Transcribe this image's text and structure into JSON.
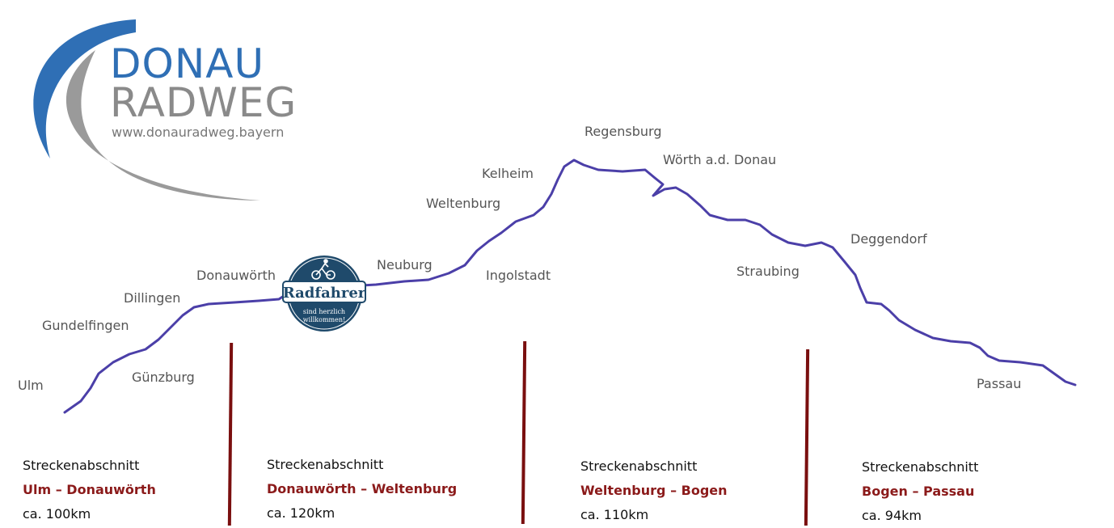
{
  "logo": {
    "line1": "DONAU",
    "line2": "RADWEG",
    "url": "www.donauradweg.bayern",
    "colors": {
      "blue": "#2f6fb5",
      "gray": "#9a9a9a"
    }
  },
  "badge": {
    "main": "Radfahrer",
    "sub1": "sind herzlich",
    "sub2": "willkommen!",
    "color": "#1f4a6b",
    "icon": "cyclist-icon"
  },
  "cities": [
    "Ulm",
    "Gundelfingen",
    "Günzburg",
    "Dillingen",
    "Donauwörth",
    "Neuburg",
    "Ingolstadt",
    "Weltenburg",
    "Kelheim",
    "Regensburg",
    "Wörth a.d. Donau",
    "Straubing",
    "Deggendorf",
    "Passau"
  ],
  "river_color": "#4b3fa8",
  "divider_color": "#7a0f0f",
  "sections": [
    {
      "label": "Streckenabschnitt",
      "route": "Ulm – Donauwörth",
      "distance": "ca. 100km"
    },
    {
      "label": "Streckenabschnitt",
      "route": "Donauwörth  – Weltenburg",
      "distance": "ca. 120km"
    },
    {
      "label": "Streckenabschnitt",
      "route": "Weltenburg  – Bogen",
      "distance": "ca. 110km"
    },
    {
      "label": "Streckenabschnitt",
      "route": "Bogen – Passau",
      "distance": "ca. 94km"
    }
  ]
}
